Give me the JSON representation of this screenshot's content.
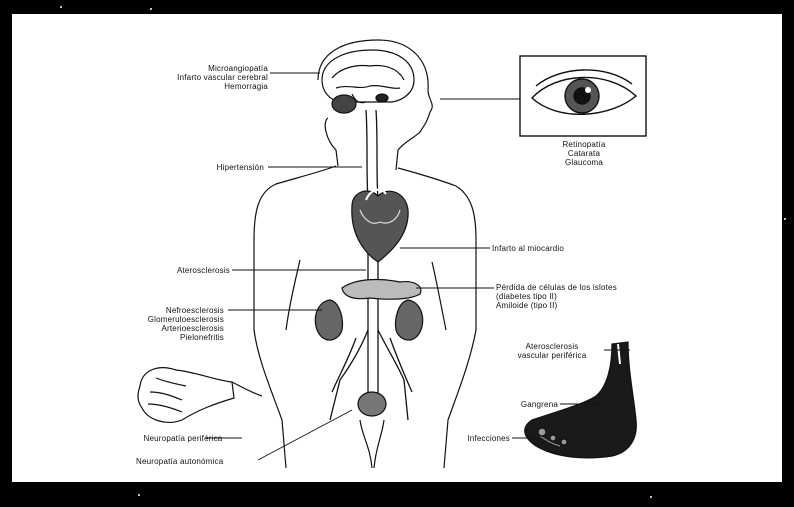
{
  "labels": {
    "brain": "Microangiopatía\nInfarto vascular cerebral\nHemorragia",
    "hypertension": "Hipertensión",
    "eye": "Retinopatía\nCatarata\nGlaucoma",
    "myocardial": "Infarto al miocardio",
    "atherosclerosis": "Aterosclerosis",
    "islets": "Pérdida de células de los islotes\n(diabetes tipo II)\nAmiloide (tipo II)",
    "kidney": "Nefroesclerosis\nGlomeruloesclerosis\nArterioesclerosis\nPielonefritis",
    "peripheral_vascular": "Aterosclerosis\nvascular periférica",
    "gangrene": "Gangrena",
    "infections": "Infecciones",
    "peripheral_neuropathy": "Neuropatía periférica",
    "autonomic_neuropathy": "Neuropatía autonómica"
  },
  "colors": {
    "background": "#000000",
    "panel": "#ffffff",
    "ink": "#111111"
  },
  "icons": {
    "body": "human-torso-outline",
    "brain": "brain-icon",
    "heart": "heart-icon",
    "kidney": "kidney-icon",
    "eye": "eye-icon",
    "hand": "hand-icon",
    "foot": "foot-icon"
  }
}
